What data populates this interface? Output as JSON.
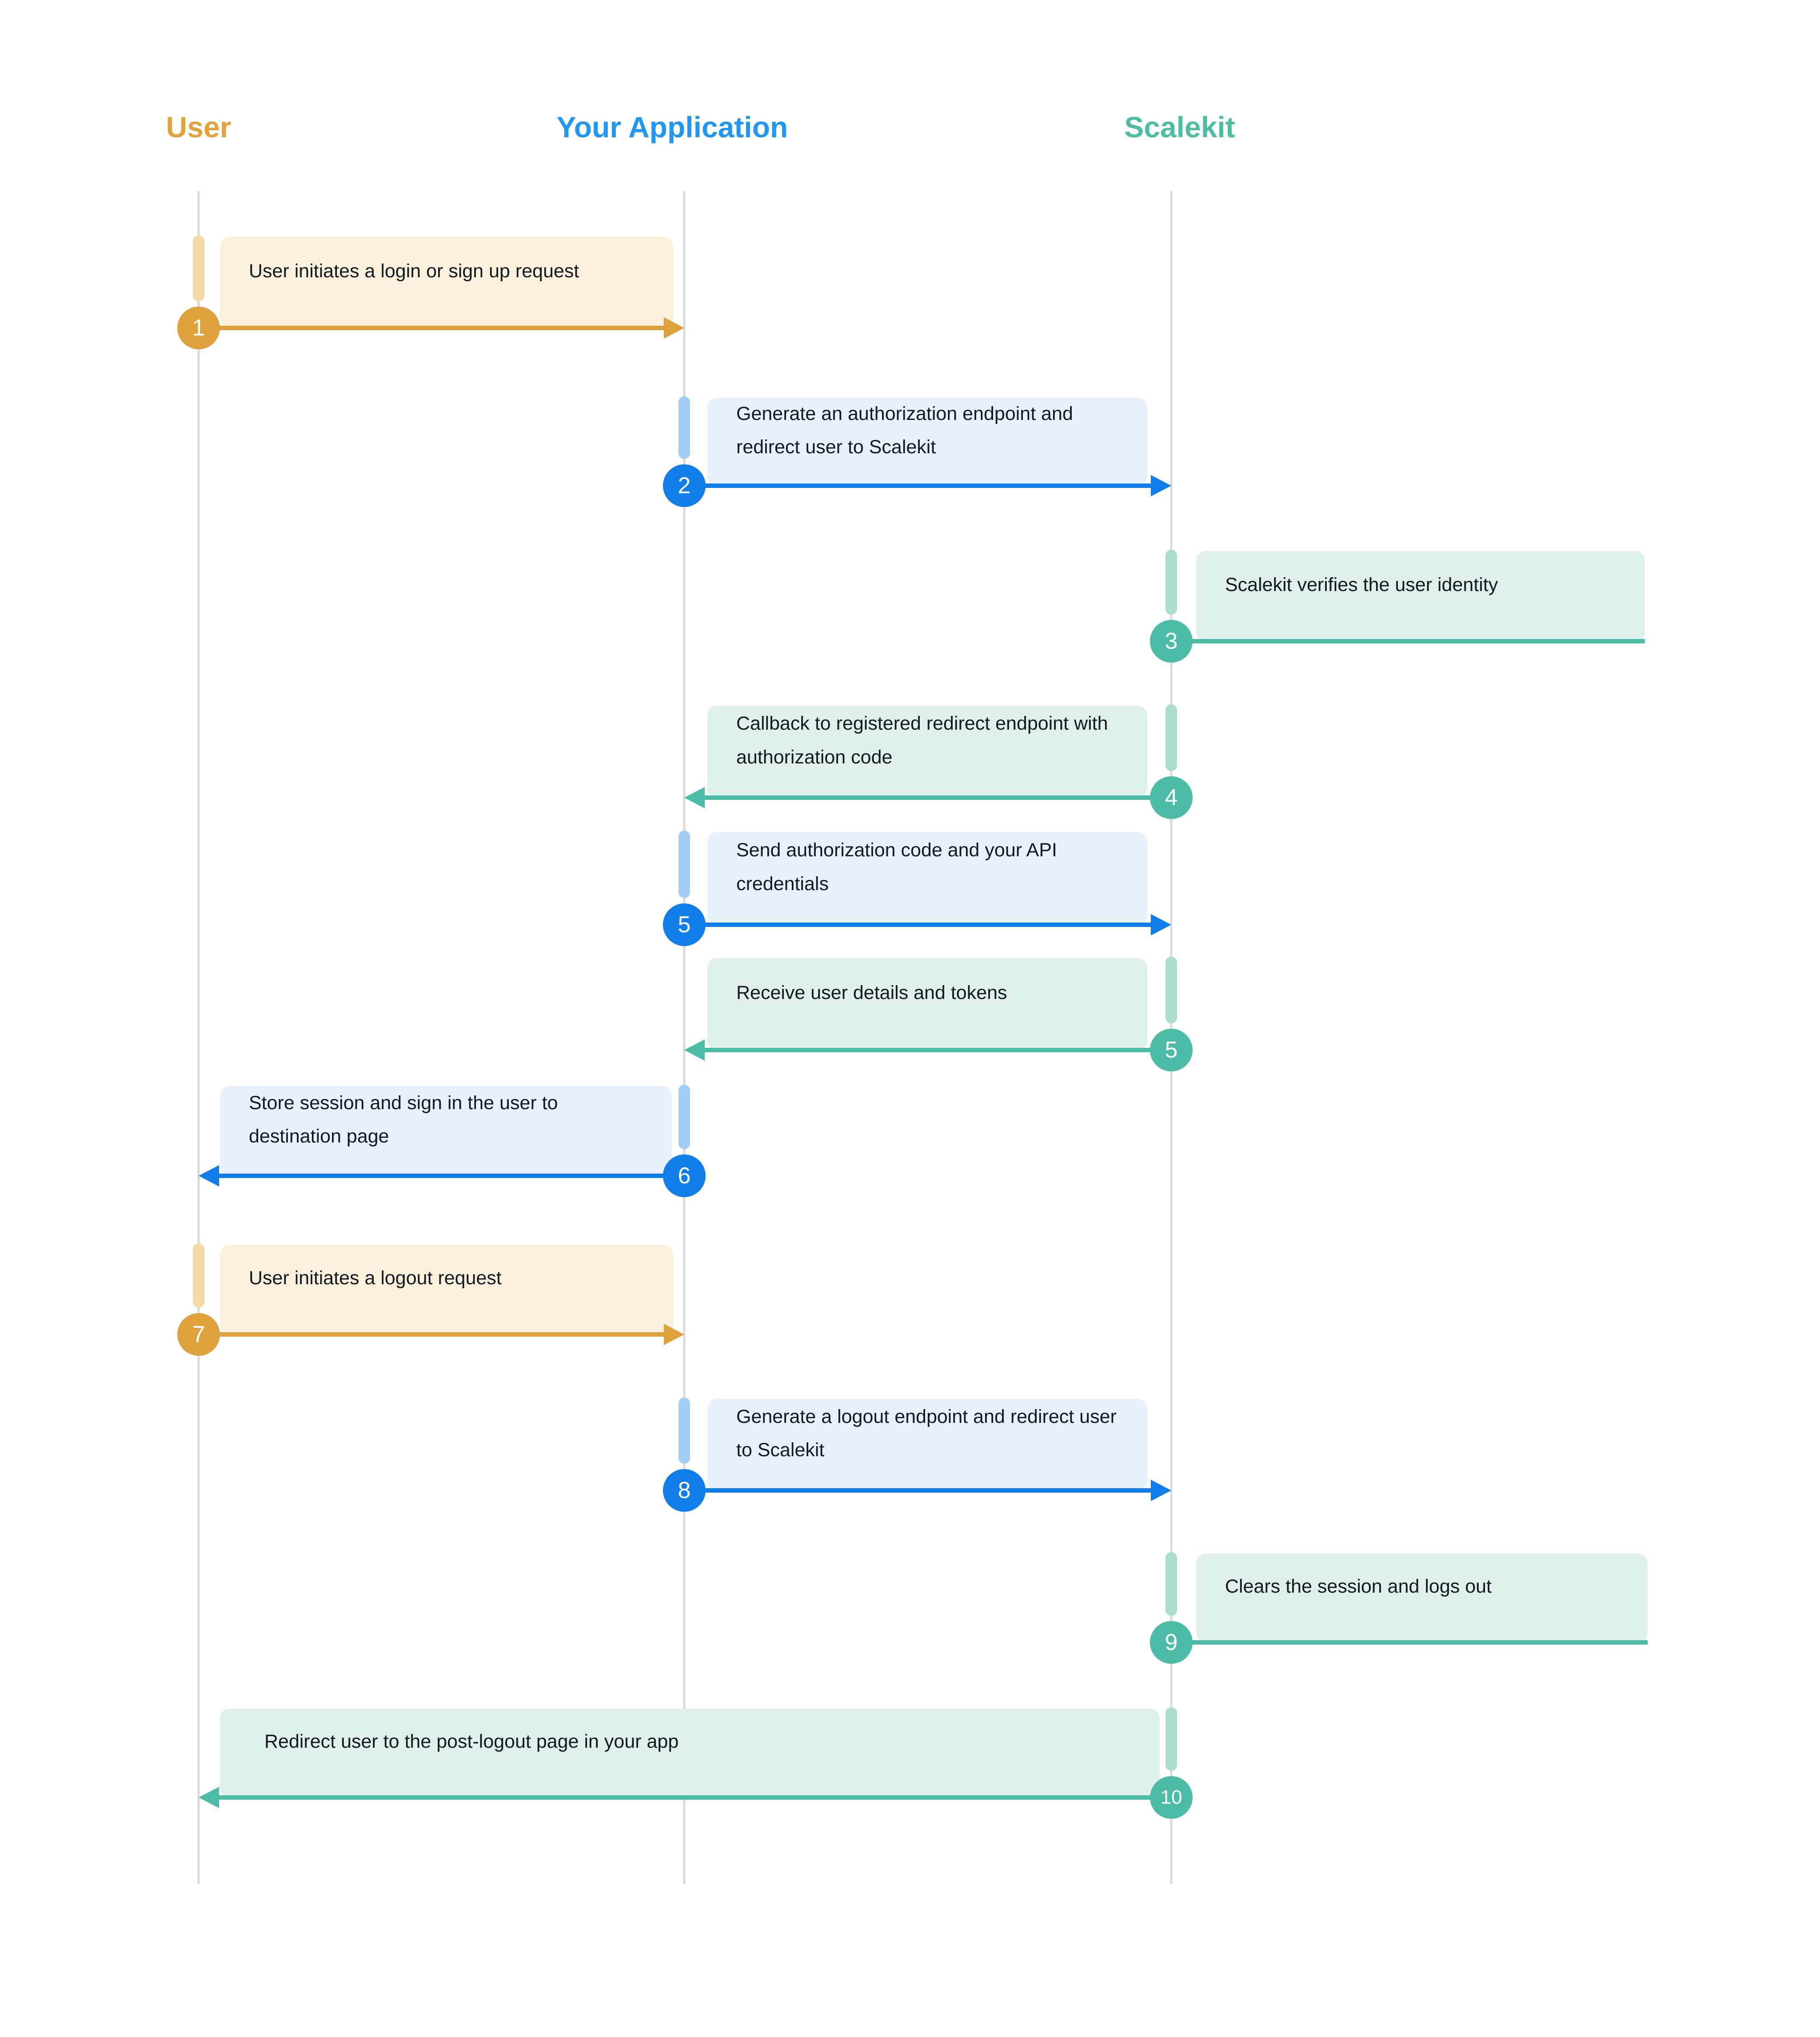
{
  "diagram": {
    "type": "sequence-diagram",
    "actors": [
      {
        "id": "user",
        "label": "User",
        "color": "#E2A33C"
      },
      {
        "id": "app",
        "label": "Your Application",
        "color": "#2196F3"
      },
      {
        "id": "scalekit",
        "label": "Scalekit",
        "color": "#4FBCA4"
      }
    ],
    "palette": {
      "orange_accent": "#DFA13B",
      "orange_bar": "#F2D9A6",
      "orange_box": "#FAF0DC",
      "blue_accent": "#117DE8",
      "blue_bar": "#A3CDF2",
      "blue_box": "#E6F1FC",
      "green_accent": "#4CBCA6",
      "green_bar": "#ABDCCE",
      "green_box": "#DEF0E9",
      "lifeline": "#D9D9D9",
      "message_text": "#121A21"
    },
    "steps": [
      {
        "num": "1",
        "text": "User initiates a login or sign up request",
        "from": "user",
        "to": "app",
        "color": "orange",
        "direction": "right"
      },
      {
        "num": "2",
        "text": "Generate an authorization endpoint and redirect user to Scalekit",
        "from": "app",
        "to": "scalekit",
        "color": "blue",
        "direction": "right"
      },
      {
        "num": "3",
        "text": "Scalekit verifies the user identity",
        "from": "scalekit",
        "to": "scalekit",
        "color": "green",
        "direction": "self"
      },
      {
        "num": "4",
        "text": "Callback to registered redirect endpoint with authorization code",
        "from": "scalekit",
        "to": "app",
        "color": "green",
        "direction": "left"
      },
      {
        "num": "5",
        "text": "Send authorization code and your API credentials",
        "from": "app",
        "to": "scalekit",
        "color": "blue",
        "direction": "right"
      },
      {
        "num": "5",
        "text": "Receive user details and tokens",
        "from": "scalekit",
        "to": "app",
        "color": "green",
        "direction": "left"
      },
      {
        "num": "6",
        "text": "Store session and sign in the user to destination page",
        "from": "app",
        "to": "user",
        "color": "blue",
        "direction": "left"
      },
      {
        "num": "7",
        "text": "User initiates a logout request",
        "from": "user",
        "to": "app",
        "color": "orange",
        "direction": "right"
      },
      {
        "num": "8",
        "text": "Generate a logout endpoint and redirect user to Scalekit",
        "from": "app",
        "to": "scalekit",
        "color": "blue",
        "direction": "right"
      },
      {
        "num": "9",
        "text": "Clears the session and logs out",
        "from": "scalekit",
        "to": "scalekit",
        "color": "green",
        "direction": "self"
      },
      {
        "num": "10",
        "text": "Redirect user to the post-logout page in your app",
        "from": "scalekit",
        "to": "user",
        "color": "green",
        "direction": "left"
      }
    ]
  }
}
